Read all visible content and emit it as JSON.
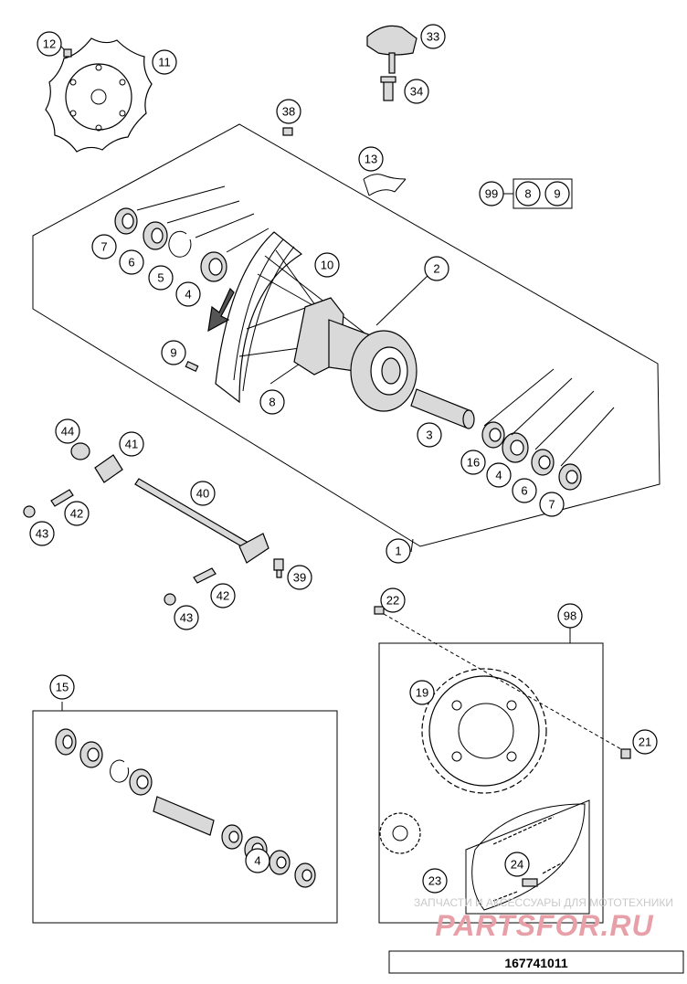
{
  "diagram": {
    "part_callouts": [
      "1",
      "2",
      "3",
      "4",
      "4",
      "4",
      "5",
      "6",
      "6",
      "7",
      "7",
      "8",
      "8",
      "9",
      "9",
      "10",
      "11",
      "12",
      "13",
      "15",
      "16",
      "19",
      "21",
      "22",
      "23",
      "24",
      "33",
      "34",
      "38",
      "39",
      "40",
      "41",
      "42",
      "42",
      "43",
      "43",
      "44",
      "98",
      "99"
    ],
    "kit_99_contents": [
      "8",
      "9"
    ],
    "watermark_line1": "ЗАПЧАСТИ И АКСЕССУАРЫ ДЛЯ МОТОТЕХНИКИ",
    "watermark_logo": "PARTSFOR.RU",
    "drawing_number": "167741011"
  },
  "colors": {
    "line": "#000000",
    "part_fill": "#d9d9d9",
    "dark_fill": "#555555",
    "watermark": "#c9c9c9",
    "logo": "#e8a0a8"
  }
}
